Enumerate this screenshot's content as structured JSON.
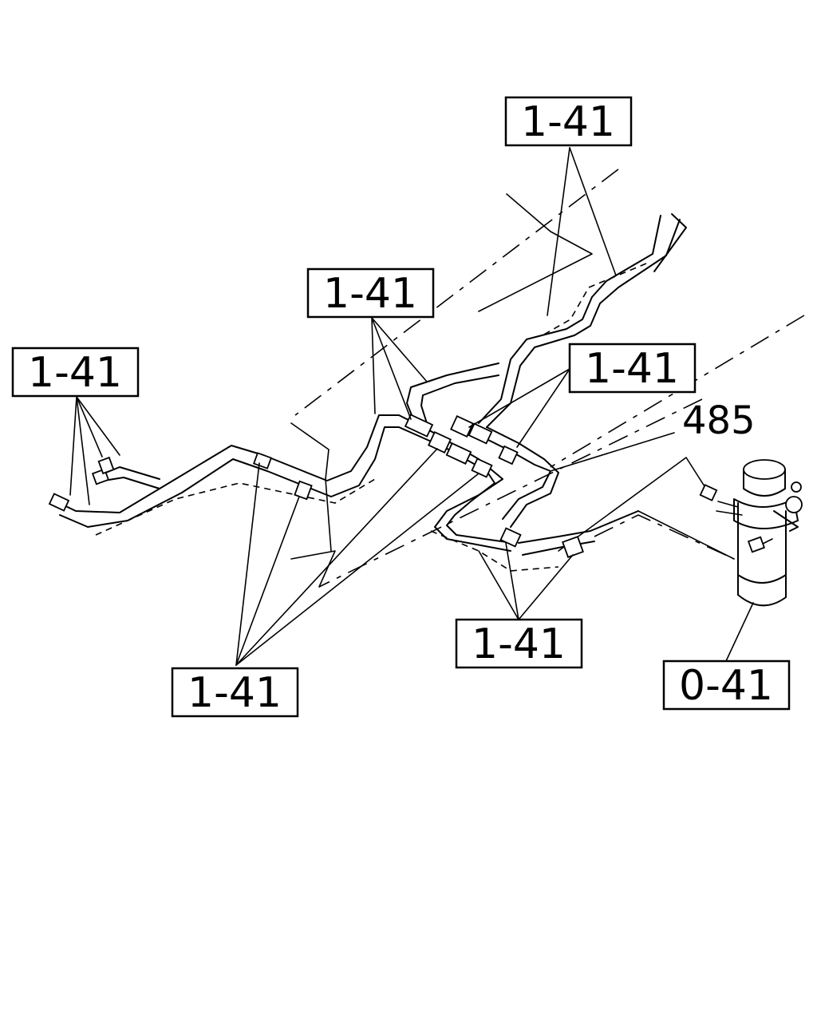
{
  "callouts": [
    {
      "id": "top",
      "text": "1-41"
    },
    {
      "id": "mid",
      "text": "1-41"
    },
    {
      "id": "left",
      "text": "1-41"
    },
    {
      "id": "right",
      "text": "1-41"
    },
    {
      "id": "bottom-left",
      "text": "1-41"
    },
    {
      "id": "bottom-mid",
      "text": "1-41"
    },
    {
      "id": "filter",
      "text": "0-41"
    }
  ],
  "part_number": "485"
}
